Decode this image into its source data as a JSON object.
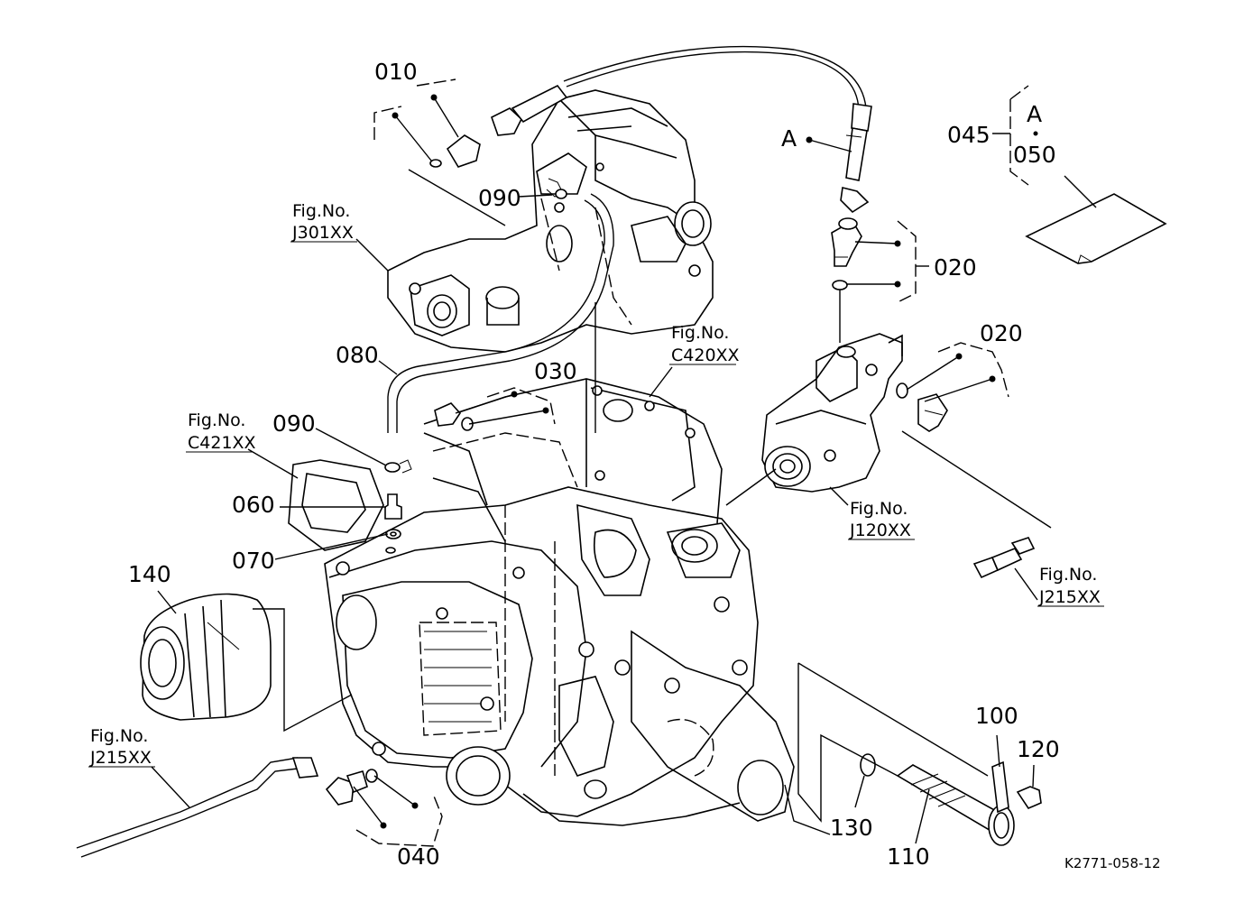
{
  "labels": {
    "p010": "010",
    "p020a": "020",
    "p020b": "020",
    "p030": "030",
    "p040": "040",
    "p045": "045",
    "p050": "050",
    "p060": "060",
    "p070": "070",
    "p080": "080",
    "p090a": "090",
    "p090b": "090",
    "p100": "100",
    "p110": "110",
    "p120": "120",
    "p130": "130",
    "p140": "140",
    "refA1": "A",
    "refA2": "A"
  },
  "figrefs": {
    "j301": {
      "title": "Fig.No.",
      "code": "J301XX"
    },
    "c420": {
      "title": "Fig.No.",
      "code": "C420XX"
    },
    "c421": {
      "title": "Fig.No.",
      "code": "C421XX"
    },
    "j120": {
      "title": "Fig.No.",
      "code": "J120XX"
    },
    "j215a": {
      "title": "Fig.No.",
      "code": "J215XX"
    },
    "j215b": {
      "title": "Fig.No.",
      "code": "J215XX"
    }
  },
  "drawing_code": "K2771-058-12"
}
